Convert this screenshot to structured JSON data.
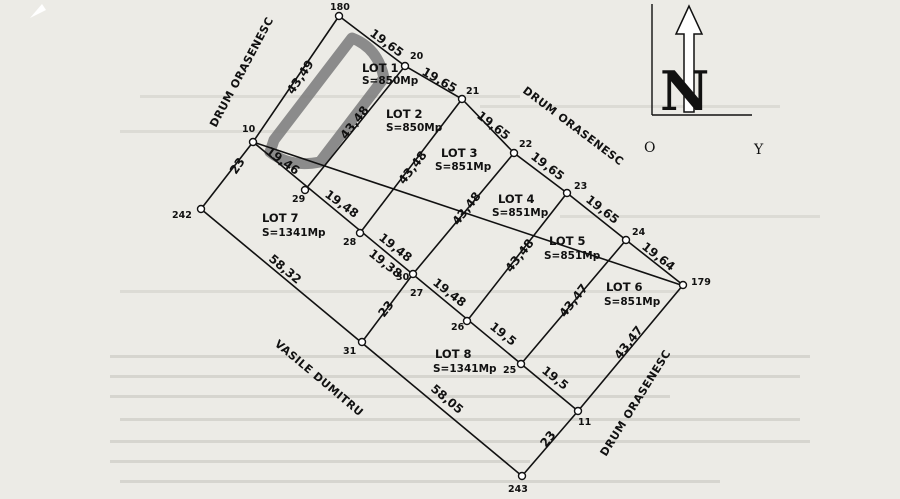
{
  "lots": [
    {
      "id": "lot-1",
      "name": "LOT 1",
      "area": "S=850Mp"
    },
    {
      "id": "lot-2",
      "name": "LOT 2",
      "area": "S=850Mp"
    },
    {
      "id": "lot-3",
      "name": "LOT 3",
      "area": "S=851Mp"
    },
    {
      "id": "lot-4",
      "name": "LOT 4",
      "area": "S=851Mp"
    },
    {
      "id": "lot-5",
      "name": "LOT 5",
      "area": "S=851Mp"
    },
    {
      "id": "lot-6",
      "name": "LOT 6",
      "area": "S=851Mp"
    },
    {
      "id": "lot-7",
      "name": "LOT 7",
      "area": "S=1341Mp"
    },
    {
      "id": "lot-8",
      "name": "LOT 8",
      "area": "S=1341Mp"
    }
  ],
  "points": {
    "p180": "180",
    "p20": "20",
    "p21": "21",
    "p22": "22",
    "p23": "23",
    "p24": "24",
    "p179": "179",
    "p10": "10",
    "p29": "29",
    "p28": "28",
    "p30": "30",
    "p27": "27",
    "p26": "26",
    "p25": "25",
    "p11": "11",
    "p242": "242",
    "p31": "31",
    "p243": "243"
  },
  "dims": {
    "top1": "19,65",
    "top2": "19,65",
    "top3": "19,65",
    "top4": "19,65",
    "top5": "19,65",
    "top6": "19,64",
    "left_upper": "43,49",
    "lot1_mid": "43,48",
    "lot2_3": "43,48",
    "lot3_4": "43,48",
    "lot4_5": "43,48",
    "lot5_6": "43,47",
    "right_side": "43,47",
    "b1": "19,46",
    "b2": "19,48",
    "b3": "19,48",
    "b3b": "19,38",
    "b4": "19,48",
    "b5": "19,5",
    "b6": "19,5",
    "left_lower": "23",
    "mid_lower": "23",
    "right_lower": "23",
    "bottom_left": "58,32",
    "bottom_right": "58,05"
  },
  "roads": {
    "left": "DRUM ORASENESC",
    "top": "DRUM ORASENESC",
    "right": "DRUM ORASENESC",
    "bottom": "VASILE DUMITRU"
  },
  "compass": {
    "north": "N",
    "origin": "O",
    "y_axis": "Y"
  },
  "colors": {
    "ink": "#111111",
    "paper": "#ecebe6",
    "highlight": "#7a7a7a"
  }
}
